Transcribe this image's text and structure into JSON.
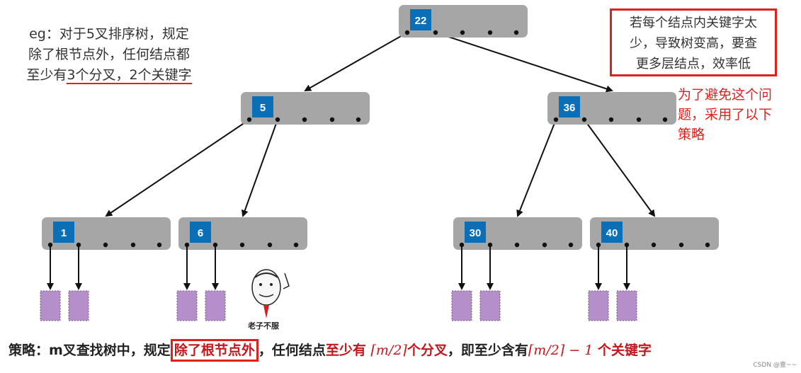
{
  "example_note": {
    "line1": "eg：对于5叉排序树，规定",
    "line2": "除了根节点外，任何结点都",
    "line3_pre": "至少有",
    "line3_ul": "3个分叉，2个关键字"
  },
  "problem_box": {
    "line1": "若每个结点内关键字太",
    "line2": "少，导致树变高，要查",
    "line3": "更多层结点，效率低"
  },
  "solution_note": {
    "line1": "为了避免这个问",
    "line2": "题，采用了以下",
    "line3": "策略"
  },
  "tree": {
    "nodes": [
      {
        "id": "root",
        "key": "22"
      },
      {
        "id": "left",
        "key": "5"
      },
      {
        "id": "right",
        "key": "36"
      },
      {
        "id": "ll",
        "key": "1"
      },
      {
        "id": "lr",
        "key": "6"
      },
      {
        "id": "rl",
        "key": "30"
      },
      {
        "id": "rr",
        "key": "40"
      }
    ]
  },
  "meme_caption": "老子不服",
  "strategy": {
    "prefix": "策略：m叉查找树中，规定",
    "highlight": "除了根节点外",
    "mid1": "，任何结点",
    "red1": "至少有",
    "math1": "⌈m/2⌉",
    "red2": "个分叉",
    "mid2": "，即至少含有",
    "math2": "⌈m/2⌉ − 1",
    "red3": "个关键字"
  },
  "credit": "CSDN @壹~~",
  "colors": {
    "node_fill": "#a6a6a6",
    "key_box": "#0b6fb8",
    "leaf_fill": "#b48fca",
    "accent_red": "#e0201b"
  }
}
